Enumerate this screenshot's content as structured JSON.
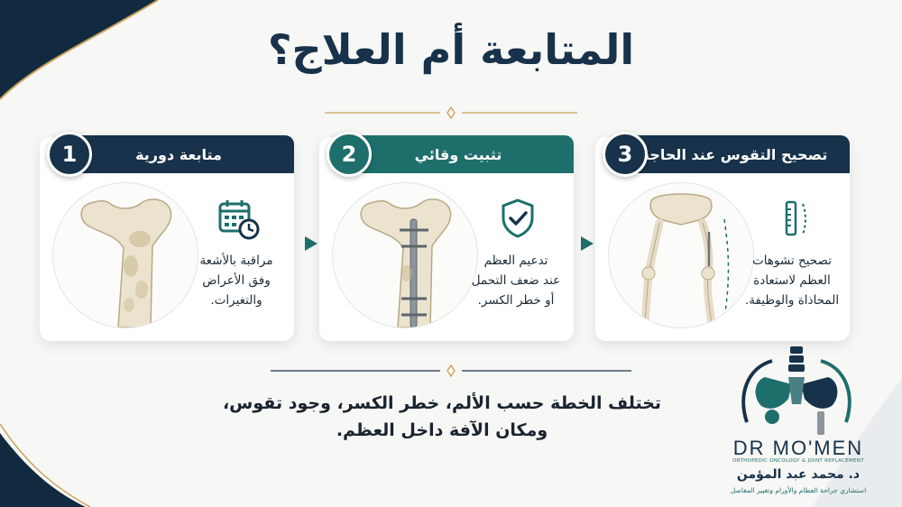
{
  "title": "المتابعة أم العلاج؟",
  "colors": {
    "navy": "#17324a",
    "teal": "#1e6f6c",
    "gold": "#c9a45c"
  },
  "steps": [
    {
      "number": "1",
      "heading": "متابعة دورية",
      "icon": "calendar-clock-icon",
      "text_lines": [
        "مراقبة بالأشعة",
        "وفق الأعراض",
        "والتغيرات."
      ]
    },
    {
      "number": "2",
      "heading": "تثبيت وقائي",
      "icon": "shield-check-icon",
      "text_lines": [
        "تدعيم العظم",
        "عند ضعف التحمل",
        "أو خطر الكسر."
      ]
    },
    {
      "number": "3",
      "heading": "تصحيح التقوس عند الحاجة",
      "icon": "ruler-icon",
      "text_lines": [
        "تصحيح تشوهات",
        "العظم لاستعادة",
        "المحاذاة والوظيفة."
      ]
    }
  ],
  "summary_lines": [
    "تختلف الخطة حسب الألم، خطر الكسر، وجود تقوس،",
    "ومكان الآفة داخل العظم."
  ],
  "brand": {
    "name": "DR MO'MEN",
    "tagline": "ORTHOPEDIC ONCOLOGY & JOINT REPLACEMENT",
    "arabic_name": "د. محمد عبد المؤمن",
    "arabic_title": "استشاري جراحة العظام والأورام وتغيير المفاصل"
  }
}
